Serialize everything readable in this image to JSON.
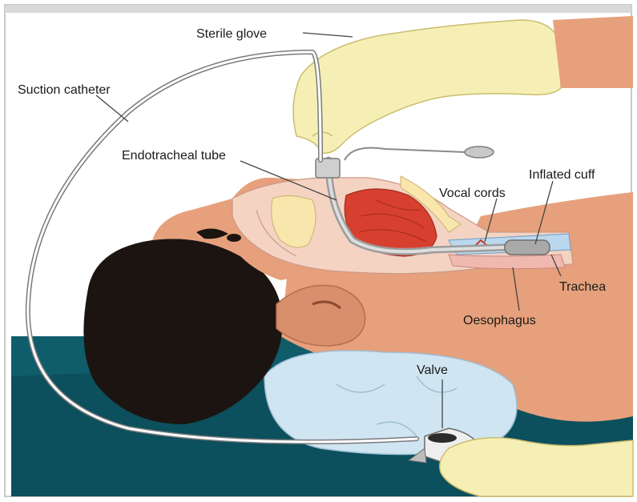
{
  "colors": {
    "background": "#ffffff",
    "frame_border": "#c9c9c9",
    "bed": "#0f5c6b",
    "skin": "#e7a07c",
    "hair": "#1c1410",
    "glove": "#f6efb5",
    "pillow": "#cfe5f2",
    "muscle": "#d7402f",
    "tube": "#b8b8b8",
    "label_line": "#444444"
  },
  "labels": {
    "sterile_glove": "Sterile glove",
    "suction_catheter": "Suction catheter",
    "endotracheal_tube": "Endotracheal tube",
    "inflated_cuff": "Inflated cuff",
    "vocal_cords": "Vocal cords",
    "trachea": "Trachea",
    "oesophagus": "Oesophagus",
    "valve": "Valve"
  }
}
